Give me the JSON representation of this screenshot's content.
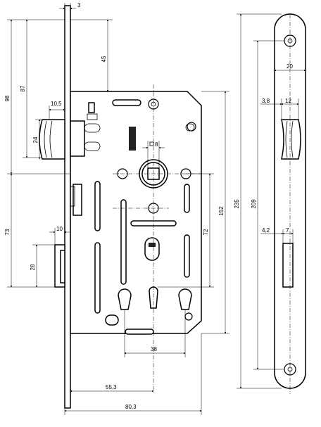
{
  "dimensions": {
    "d3": "3",
    "d45": "45",
    "d87": "87",
    "d98": "98",
    "d10_5": "10,5",
    "d24": "24",
    "d8": "8",
    "d73": "73",
    "d10": "10",
    "d28": "28",
    "d72": "72",
    "d152": "152",
    "d235": "235",
    "d38": "38",
    "d55_3": "55,3",
    "d80_3": "80,3",
    "d20": "20",
    "d3_8": "3,8",
    "d12": "12",
    "d209": "209",
    "d4_2": "4,2",
    "d7": "7"
  }
}
